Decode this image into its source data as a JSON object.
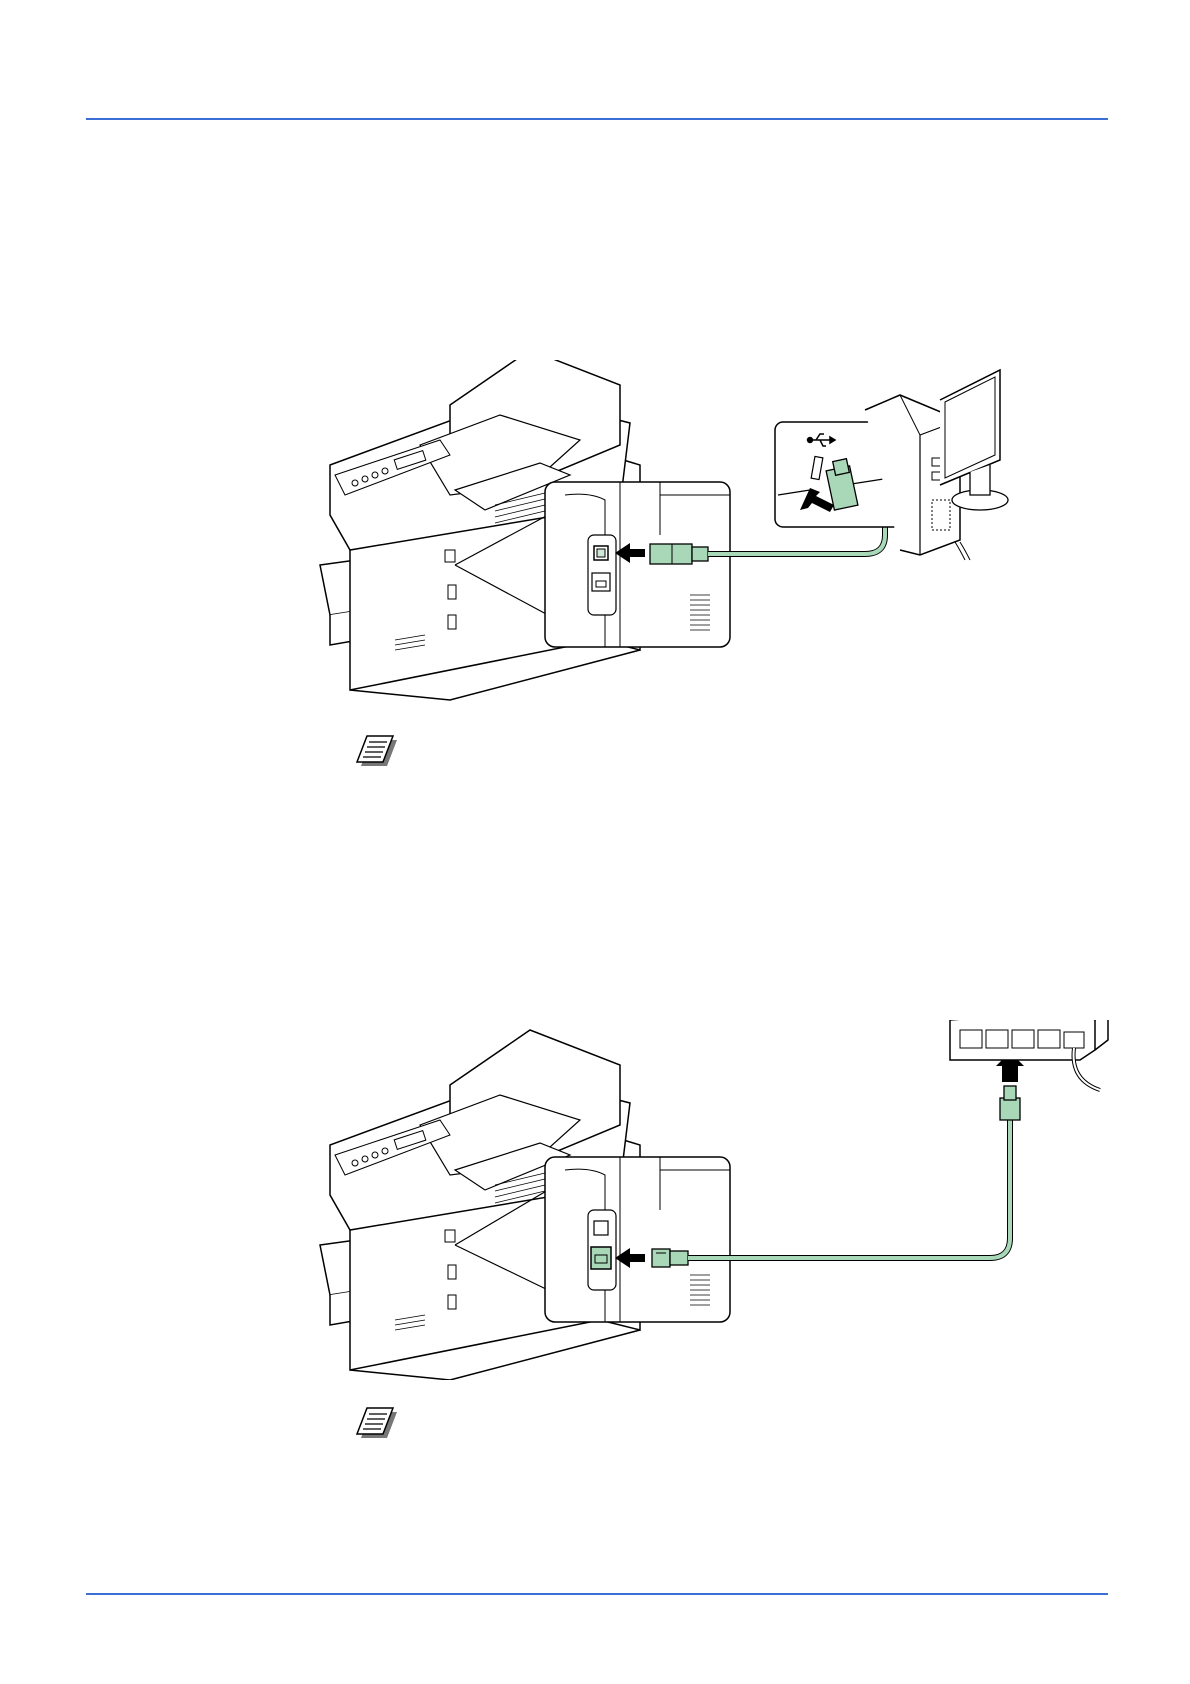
{
  "page": {
    "header_rule_color": "#3b6fd6",
    "footer_rule_color": "#3b6fd6"
  },
  "figures": [
    {
      "name": "usb-connection",
      "connector": "USB",
      "cable_color": "#a9d8b8",
      "icon": "usb-icon"
    },
    {
      "name": "network-connection",
      "connector": "Ethernet",
      "cable_color": "#a9d8b8",
      "icon": "hub-icon"
    }
  ],
  "notes": [
    {
      "icon": "note-icon"
    },
    {
      "icon": "note-icon"
    }
  ]
}
